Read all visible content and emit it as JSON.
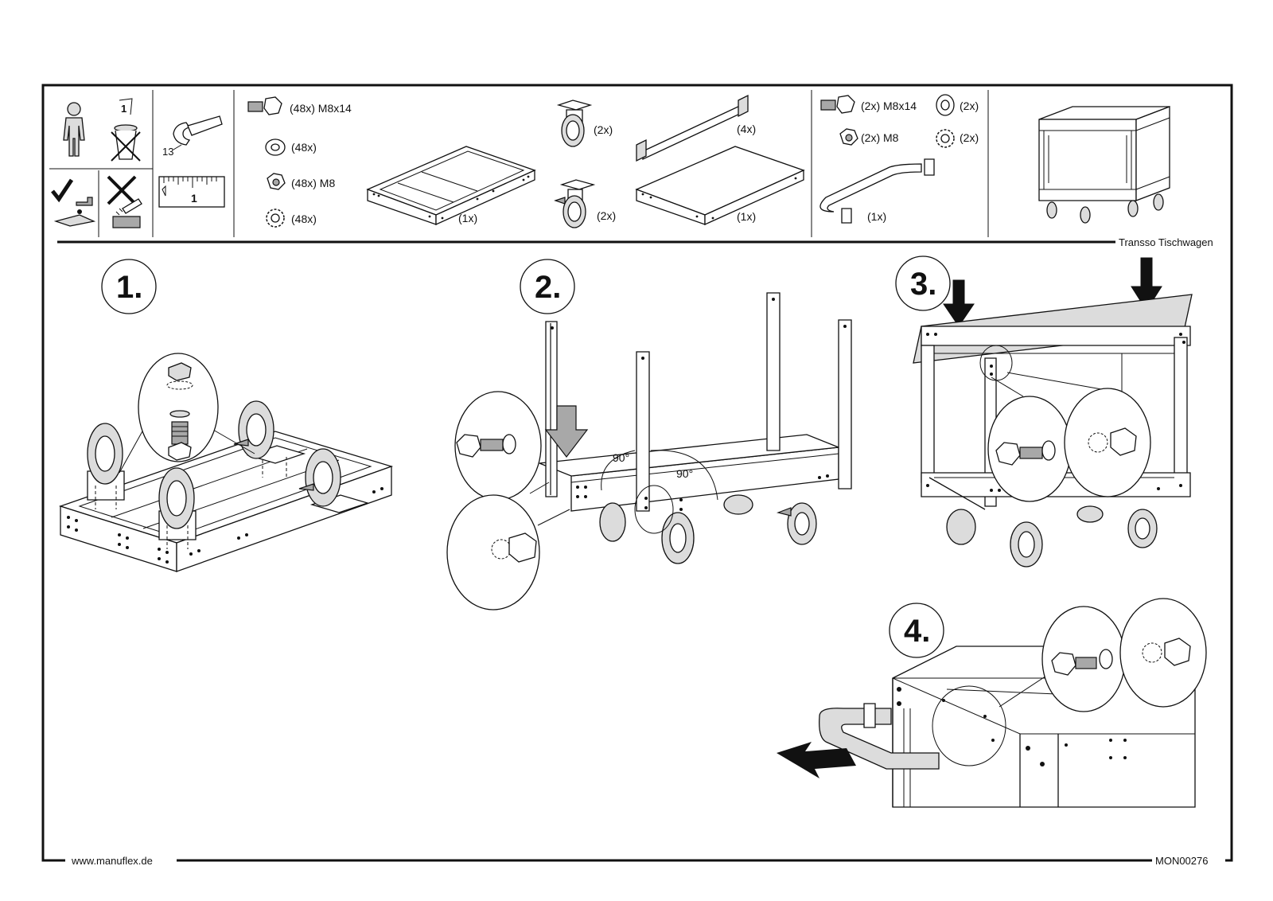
{
  "header": {
    "product_name": "Transso Tischwagen",
    "wrench_size": "13",
    "ruler_number": "1",
    "icon_box_number": "1"
  },
  "parts": {
    "hardware": [
      {
        "qty": "(48x)",
        "spec": "M8x14",
        "icon": "hex-bolt-icon"
      },
      {
        "qty": "(48x)",
        "spec": "",
        "icon": "washer-icon"
      },
      {
        "qty": "(48x)",
        "spec": "M8",
        "icon": "hex-nut-icon"
      },
      {
        "qty": "(48x)",
        "spec": "",
        "icon": "serrated-lock-washer-icon"
      }
    ],
    "frame_qty": "(1x)",
    "fixed_caster_qty": "(2x)",
    "swivel_caster_qty": "(2x)",
    "post_qty": "(4x)",
    "shelf_qty": "(1x)",
    "handle_hardware": [
      {
        "qty": "(2x)",
        "spec": "M8x14",
        "icon": "hex-bolt-icon"
      },
      {
        "qty": "(2x)",
        "spec": "",
        "icon": "washer-icon"
      },
      {
        "qty": "(2x)",
        "spec": "M8",
        "icon": "hex-nut-icon"
      },
      {
        "qty": "(2x)",
        "spec": "",
        "icon": "serrated-lock-washer-icon"
      }
    ],
    "handle_qty": "(1x)"
  },
  "steps": [
    {
      "number": "1."
    },
    {
      "number": "2.",
      "angle_labels": [
        "90°",
        "90°"
      ]
    },
    {
      "number": "3."
    },
    {
      "number": "4."
    }
  ],
  "footer": {
    "website": "www.manuflex.de",
    "doc_code": "MON00276"
  }
}
